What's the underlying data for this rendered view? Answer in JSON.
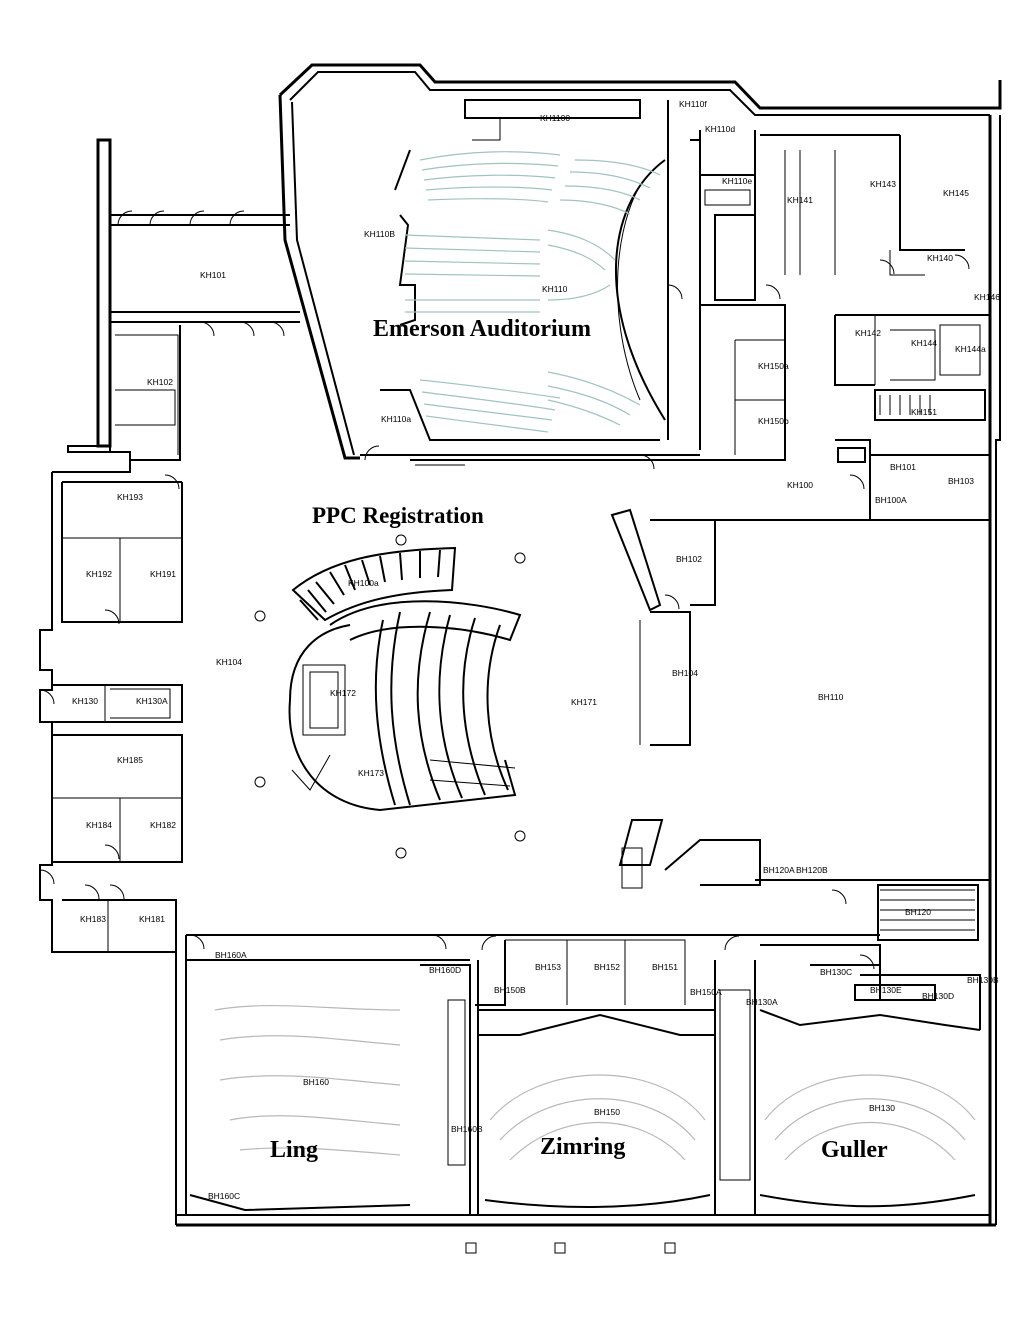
{
  "halls": {
    "emerson": "Emerson Auditorium",
    "registration": "PPC Registration",
    "ling": "Ling",
    "zimring": "Zimring",
    "guller": "Guller"
  },
  "rooms": {
    "kh110f": "KH110f",
    "kh100_stage": "KH1100",
    "kh110d": "KH110d",
    "kh110e": "KH110e",
    "kh141": "KH141",
    "kh143": "KH143",
    "kh145": "KH145",
    "kh140": "KH140",
    "kh146": "KH146",
    "kh110b": "KH110B",
    "kh101": "KH101",
    "kh110": "KH110",
    "kh142": "KH142",
    "kh144": "KH144",
    "kh144a": "KH144a",
    "kh102": "KH102",
    "kh150a": "KH150a",
    "kh150b": "KH150b",
    "kh110a": "KH110a",
    "kh151": "KH151",
    "bh101": "BH101",
    "bh103": "BH103",
    "kh100": "KH100",
    "bh100a": "BH100A",
    "kh193": "KH193",
    "bh102": "BH102",
    "kh100a": "KH100a",
    "kh192": "KH192",
    "kh191": "KH191",
    "kh104": "KH104",
    "bh104": "BH104",
    "kh172": "KH172",
    "kh171": "KH171",
    "bh110": "BH110",
    "kh130": "KH130",
    "kh130a": "KH130A",
    "kh185": "KH185",
    "kh173": "KH173",
    "kh184": "KH184",
    "kh182": "KH182",
    "bh120a": "BH120A",
    "bh120b": "BH120B",
    "kh183": "KH183",
    "kh181": "KH181",
    "bh120": "BH120",
    "bh160a": "BH160A",
    "bh160d": "BH160D",
    "bh153": "BH153",
    "bh152": "BH152",
    "bh151": "BH151",
    "bh130c": "BH130C",
    "bh130b": "BH130B",
    "bh150b": "BH150B",
    "bh150a": "BH150A",
    "bh130a": "BH130A",
    "bh130e": "BH130E",
    "bh130d": "BH130D",
    "bh160": "BH160",
    "bh150": "BH150",
    "bh130": "BH130",
    "bh160b": "BH160B",
    "bh160c": "BH160C"
  },
  "colors": {
    "ink": "#000000",
    "seating": "#9fc4c0",
    "background": "#ffffff"
  }
}
